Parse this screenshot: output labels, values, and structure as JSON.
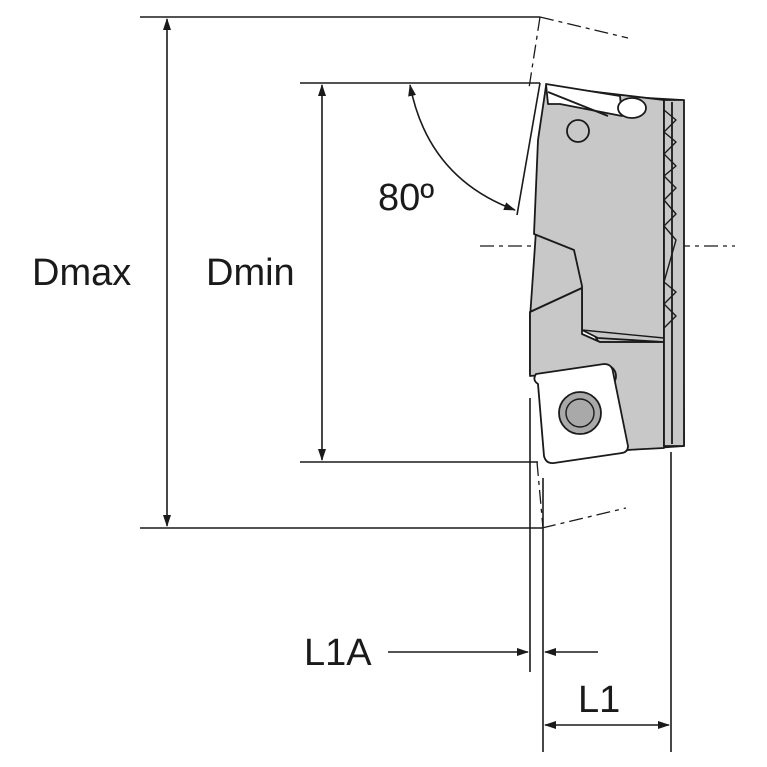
{
  "diagram": {
    "labels": {
      "dmax": "Dmax",
      "dmin": "Dmin",
      "angle": "80º",
      "l1a": "L1A",
      "l1": "L1"
    },
    "colors": {
      "line": "#1a1a1a",
      "body_fill": "#c8c8c8",
      "insert_fill": "#ffffff",
      "screw_fill": "#a9a9a9",
      "background": "#ffffff"
    }
  }
}
